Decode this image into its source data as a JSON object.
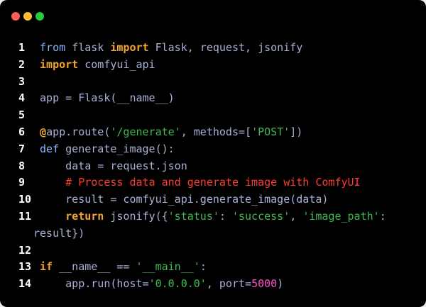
{
  "window": {
    "traffic_lights": [
      "close",
      "minimize",
      "maximize"
    ],
    "colors": {
      "close": "#ff5f56",
      "minimize": "#ffbd2e",
      "maximize": "#27c93f",
      "background": "#000000"
    }
  },
  "code_lines": [
    {
      "n": "1",
      "tokens": [
        {
          "t": "from ",
          "c": "kw2"
        },
        {
          "t": "flask ",
          "c": "plain"
        },
        {
          "t": "import ",
          "c": "kw"
        },
        {
          "t": "Flask, request, jsonify",
          "c": "plain"
        }
      ]
    },
    {
      "n": "2",
      "tokens": [
        {
          "t": "import ",
          "c": "kw"
        },
        {
          "t": "comfyui_api",
          "c": "plain"
        }
      ]
    },
    {
      "n": "3",
      "tokens": []
    },
    {
      "n": "4",
      "tokens": [
        {
          "t": "app = Flask(__name__)",
          "c": "plain"
        }
      ]
    },
    {
      "n": "5",
      "tokens": []
    },
    {
      "n": "6",
      "tokens": [
        {
          "t": "@",
          "c": "dec"
        },
        {
          "t": "app.route(",
          "c": "plain"
        },
        {
          "t": "'/generate'",
          "c": "str"
        },
        {
          "t": ", methods=[",
          "c": "plain"
        },
        {
          "t": "'POST'",
          "c": "str"
        },
        {
          "t": "])",
          "c": "plain"
        }
      ]
    },
    {
      "n": "7",
      "tokens": [
        {
          "t": "def ",
          "c": "kw2"
        },
        {
          "t": "generate_image():",
          "c": "plain"
        }
      ]
    },
    {
      "n": "8",
      "tokens": [
        {
          "t": "    data = request.json",
          "c": "plain"
        }
      ]
    },
    {
      "n": "9",
      "tokens": [
        {
          "t": "    # Process data and generate image with ComfyUI",
          "c": "cm"
        }
      ]
    },
    {
      "n": "10",
      "tokens": [
        {
          "t": "    result = comfyui_api.generate_image(data)",
          "c": "plain"
        }
      ]
    },
    {
      "n": "11",
      "tokens": [
        {
          "t": "    ",
          "c": "plain"
        },
        {
          "t": "return ",
          "c": "kw"
        },
        {
          "t": "jsonify({",
          "c": "plain"
        },
        {
          "t": "'status'",
          "c": "str"
        },
        {
          "t": ": ",
          "c": "plain"
        },
        {
          "t": "'success'",
          "c": "str"
        },
        {
          "t": ", ",
          "c": "plain"
        },
        {
          "t": "'image_path'",
          "c": "str"
        },
        {
          "t": ":",
          "c": "plain"
        }
      ]
    },
    {
      "n": "",
      "tokens": [
        {
          "t": "result})",
          "c": "plain"
        }
      ]
    },
    {
      "n": "12",
      "tokens": []
    },
    {
      "n": "13",
      "tokens": [
        {
          "t": "if ",
          "c": "kw"
        },
        {
          "t": "__name__ == ",
          "c": "plain"
        },
        {
          "t": "'__main__'",
          "c": "str"
        },
        {
          "t": ":",
          "c": "plain"
        }
      ]
    },
    {
      "n": "14",
      "tokens": [
        {
          "t": "    app.run(host=",
          "c": "plain"
        },
        {
          "t": "'0.0.0.0'",
          "c": "str"
        },
        {
          "t": ", port=",
          "c": "plain"
        },
        {
          "t": "5000",
          "c": "num"
        },
        {
          "t": ")",
          "c": "plain"
        }
      ]
    }
  ]
}
